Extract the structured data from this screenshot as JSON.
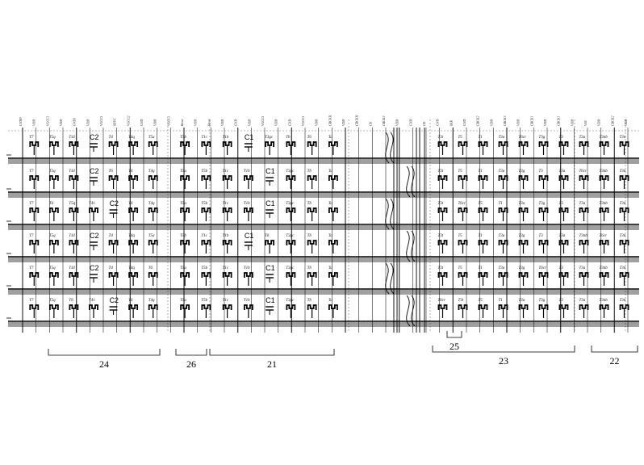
{
  "diagram": {
    "signal_labels": [
      "GND0",
      "VDD",
      "VGCC1",
      "VDD",
      "GND1",
      "VDD",
      "VGCC1",
      "SPFC",
      "VGCC2",
      "GND",
      "VDD",
      "VGCC1",
      "Reset",
      "VDD",
      "Reset",
      "VDD",
      "GND",
      "VDD",
      "VGCC1",
      "VDD",
      "GND",
      "VGCC1",
      "VDD",
      "CRCKH",
      "VDD",
      "CRCKH",
      "CK",
      "CRCK3",
      "VDD",
      "GND",
      "CK",
      "GND",
      "BLK",
      "GND",
      "CRCK2",
      "VDD",
      "CRCK3",
      "VDD",
      "CRCK1",
      "VDD",
      "CRCK1",
      "VDD",
      "VSS",
      "VDD",
      "CRCK2",
      "VDD"
    ],
    "rows": [
      {
        "cells": [
          {
            "label": "T7",
            "type": "t"
          },
          {
            "label": "T5q",
            "type": "t"
          },
          {
            "label": "T41",
            "type": "t"
          },
          {
            "label": "C2",
            "type": "c"
          },
          {
            "label": "T4",
            "type": "t"
          },
          {
            "label": "T4q",
            "type": "t"
          },
          {
            "label": "T5a",
            "type": "t"
          },
          {
            "label": "T5b",
            "type": "t"
          },
          {
            "label": "T1c",
            "type": "t"
          },
          {
            "label": "T1b",
            "type": "t"
          },
          {
            "label": "C1",
            "type": "c"
          },
          {
            "label": "T3gc",
            "type": "t"
          },
          {
            "label": "Tb",
            "type": "t"
          },
          {
            "label": "T6",
            "type": "t"
          },
          {
            "label": "Ta",
            "type": "t"
          },
          {
            "label": "T3t",
            "type": "t"
          },
          {
            "label": "T5",
            "type": "t"
          },
          {
            "label": "T1",
            "type": "t"
          },
          {
            "label": "T3a",
            "type": "t"
          },
          {
            "label": "T6cr",
            "type": "t"
          },
          {
            "label": "T3g",
            "type": "t"
          },
          {
            "label": "T3",
            "type": "t"
          },
          {
            "label": "T3a",
            "type": "t"
          },
          {
            "label": "T3nb",
            "type": "t"
          },
          {
            "label": "T3n",
            "type": "t"
          }
        ]
      },
      {
        "cells": [
          {
            "label": "T7",
            "type": "t"
          },
          {
            "label": "T5q",
            "type": "t"
          },
          {
            "label": "T41",
            "type": "t"
          },
          {
            "label": "C2",
            "type": "c"
          },
          {
            "label": "T6",
            "type": "t"
          },
          {
            "label": "T4",
            "type": "t"
          },
          {
            "label": "T4q",
            "type": "t"
          },
          {
            "label": "T5a",
            "type": "t"
          },
          {
            "label": "T5b",
            "type": "t"
          },
          {
            "label": "T1c",
            "type": "t"
          },
          {
            "label": "T1b",
            "type": "t"
          },
          {
            "label": "C1",
            "type": "c"
          },
          {
            "label": "T3gc",
            "type": "t"
          },
          {
            "label": "Tb",
            "type": "t"
          },
          {
            "label": "Ta",
            "type": "t"
          },
          {
            "label": "T3t",
            "type": "t"
          },
          {
            "label": "T5",
            "type": "t"
          },
          {
            "label": "T1",
            "type": "t"
          },
          {
            "label": "T3a",
            "type": "t"
          },
          {
            "label": "T3g",
            "type": "t"
          },
          {
            "label": "T3",
            "type": "t"
          },
          {
            "label": "T3a",
            "type": "t"
          },
          {
            "label": "T6cr",
            "type": "t"
          },
          {
            "label": "T3nb",
            "type": "t"
          },
          {
            "label": "T3n",
            "type": "t"
          }
        ]
      },
      {
        "cells": [
          {
            "label": "T7",
            "type": "t"
          },
          {
            "label": "T6",
            "type": "t"
          },
          {
            "label": "T5q",
            "type": "t"
          },
          {
            "label": "T41",
            "type": "t"
          },
          {
            "label": "C2",
            "type": "c"
          },
          {
            "label": "T4",
            "type": "t"
          },
          {
            "label": "T4q",
            "type": "t"
          },
          {
            "label": "T5a",
            "type": "t"
          },
          {
            "label": "T5b",
            "type": "t"
          },
          {
            "label": "T1c",
            "type": "t"
          },
          {
            "label": "T1b",
            "type": "t"
          },
          {
            "label": "C1",
            "type": "c"
          },
          {
            "label": "T3gc",
            "type": "t"
          },
          {
            "label": "Tb",
            "type": "t"
          },
          {
            "label": "Ta",
            "type": "t"
          },
          {
            "label": "T3t",
            "type": "t"
          },
          {
            "label": "T6cr",
            "type": "t"
          },
          {
            "label": "T5",
            "type": "t"
          },
          {
            "label": "T1",
            "type": "t"
          },
          {
            "label": "T3a",
            "type": "t"
          },
          {
            "label": "T3g",
            "type": "t"
          },
          {
            "label": "T3",
            "type": "t"
          },
          {
            "label": "T3a",
            "type": "t"
          },
          {
            "label": "T3nb",
            "type": "t"
          },
          {
            "label": "T3n",
            "type": "t"
          }
        ]
      },
      {
        "cells": [
          {
            "label": "T7",
            "type": "t"
          },
          {
            "label": "T5q",
            "type": "t"
          },
          {
            "label": "T41",
            "type": "t"
          },
          {
            "label": "C2",
            "type": "c"
          },
          {
            "label": "T4",
            "type": "t"
          },
          {
            "label": "T4q",
            "type": "t"
          },
          {
            "label": "T5a",
            "type": "t"
          },
          {
            "label": "T5b",
            "type": "t"
          },
          {
            "label": "T1c",
            "type": "t"
          },
          {
            "label": "T1b",
            "type": "t"
          },
          {
            "label": "C1",
            "type": "c"
          },
          {
            "label": "T6",
            "type": "t"
          },
          {
            "label": "T3gc",
            "type": "t"
          },
          {
            "label": "Tb",
            "type": "t"
          },
          {
            "label": "Ta",
            "type": "t"
          },
          {
            "label": "T3t",
            "type": "t"
          },
          {
            "label": "T5",
            "type": "t"
          },
          {
            "label": "T1",
            "type": "t"
          },
          {
            "label": "T3a",
            "type": "t"
          },
          {
            "label": "T3g",
            "type": "t"
          },
          {
            "label": "T3",
            "type": "t"
          },
          {
            "label": "T3a",
            "type": "t"
          },
          {
            "label": "T3nb",
            "type": "t"
          },
          {
            "label": "T6cr",
            "type": "t"
          },
          {
            "label": "T3n",
            "type": "t"
          }
        ]
      },
      {
        "cells": [
          {
            "label": "T7",
            "type": "t"
          },
          {
            "label": "T5q",
            "type": "t"
          },
          {
            "label": "T41",
            "type": "t"
          },
          {
            "label": "C2",
            "type": "c"
          },
          {
            "label": "T4",
            "type": "t"
          },
          {
            "label": "T4q",
            "type": "t"
          },
          {
            "label": "T6",
            "type": "t"
          },
          {
            "label": "T5a",
            "type": "t"
          },
          {
            "label": "T5b",
            "type": "t"
          },
          {
            "label": "T1c",
            "type": "t"
          },
          {
            "label": "T1b",
            "type": "t"
          },
          {
            "label": "C1",
            "type": "c"
          },
          {
            "label": "T3gc",
            "type": "t"
          },
          {
            "label": "Tb",
            "type": "t"
          },
          {
            "label": "Ta",
            "type": "t"
          },
          {
            "label": "T3t",
            "type": "t"
          },
          {
            "label": "T5",
            "type": "t"
          },
          {
            "label": "T1",
            "type": "t"
          },
          {
            "label": "T3a",
            "type": "t"
          },
          {
            "label": "T3g",
            "type": "t"
          },
          {
            "label": "T6cr",
            "type": "t"
          },
          {
            "label": "T3",
            "type": "t"
          },
          {
            "label": "T3a",
            "type": "t"
          },
          {
            "label": "T3nb",
            "type": "t"
          },
          {
            "label": "T3n",
            "type": "t"
          }
        ]
      },
      {
        "cells": [
          {
            "label": "T7",
            "type": "t"
          },
          {
            "label": "T5q",
            "type": "t"
          },
          {
            "label": "T6",
            "type": "t"
          },
          {
            "label": "T41",
            "type": "t"
          },
          {
            "label": "C2",
            "type": "c"
          },
          {
            "label": "T4",
            "type": "t"
          },
          {
            "label": "T4q",
            "type": "t"
          },
          {
            "label": "T5a",
            "type": "t"
          },
          {
            "label": "T5b",
            "type": "t"
          },
          {
            "label": "T1c",
            "type": "t"
          },
          {
            "label": "T1b",
            "type": "t"
          },
          {
            "label": "C1",
            "type": "c"
          },
          {
            "label": "T3gc",
            "type": "t"
          },
          {
            "label": "Tb",
            "type": "t"
          },
          {
            "label": "Ta",
            "type": "t"
          },
          {
            "label": "T6cr",
            "type": "t"
          },
          {
            "label": "T3t",
            "type": "t"
          },
          {
            "label": "T5",
            "type": "t"
          },
          {
            "label": "T1",
            "type": "t"
          },
          {
            "label": "T3a",
            "type": "t"
          },
          {
            "label": "T3g",
            "type": "t"
          },
          {
            "label": "T3",
            "type": "t"
          },
          {
            "label": "T3a",
            "type": "t"
          },
          {
            "label": "T3nb",
            "type": "t"
          },
          {
            "label": "T3n",
            "type": "t"
          }
        ]
      }
    ],
    "groups": [
      {
        "label": "24"
      },
      {
        "label": "26"
      },
      {
        "label": "21"
      },
      {
        "label": "25"
      },
      {
        "label": "23"
      },
      {
        "label": "22"
      }
    ],
    "colors": {
      "line": "#000000",
      "grid": "#444444",
      "dash": "#777777",
      "background": "#ffffff"
    }
  }
}
